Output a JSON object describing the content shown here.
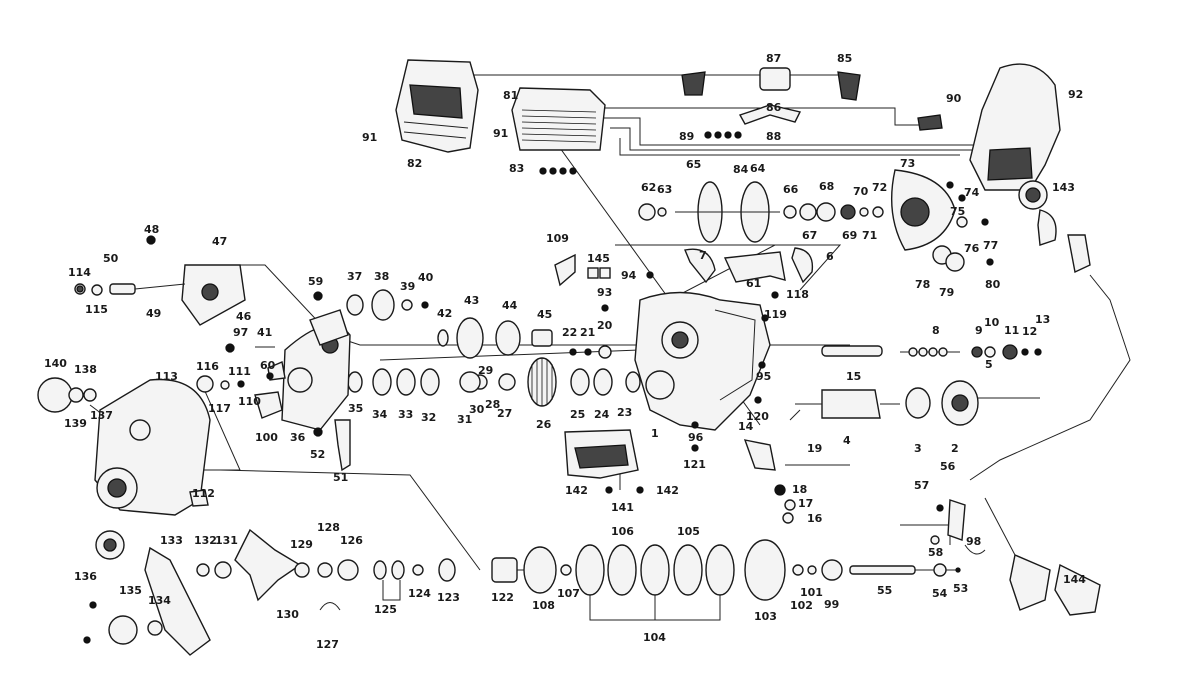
{
  "diagram": {
    "labels": [
      "1",
      "2",
      "3",
      "4",
      "5",
      "6",
      "7",
      "8",
      "9",
      "10",
      "11",
      "12",
      "13",
      "14",
      "15",
      "16",
      "17",
      "18",
      "19",
      "20",
      "21",
      "22",
      "23",
      "24",
      "25",
      "26",
      "27",
      "28",
      "29",
      "30",
      "31",
      "32",
      "33",
      "34",
      "35",
      "36",
      "37",
      "38",
      "39",
      "40",
      "41",
      "42",
      "43",
      "44",
      "45",
      "46",
      "47",
      "48",
      "49",
      "50",
      "51",
      "52",
      "53",
      "54",
      "55",
      "56",
      "57",
      "58",
      "59",
      "60",
      "61",
      "62",
      "63",
      "64",
      "65",
      "66",
      "67",
      "68",
      "69",
      "70",
      "71",
      "72",
      "73",
      "74",
      "75",
      "76",
      "77",
      "78",
      "79",
      "80",
      "81",
      "82",
      "83",
      "84",
      "85",
      "86",
      "87",
      "88",
      "89",
      "90",
      "91",
      "91",
      "92",
      "93",
      "94",
      "95",
      "96",
      "97",
      "98",
      "99",
      "100",
      "101",
      "102",
      "103",
      "104",
      "105",
      "106",
      "107",
      "108",
      "109",
      "110",
      "111",
      "112",
      "113",
      "114",
      "115",
      "116",
      "117",
      "118",
      "119",
      "120",
      "121",
      "122",
      "123",
      "124",
      "125",
      "126",
      "127",
      "128",
      "129",
      "130",
      "131",
      "132",
      "133",
      "134",
      "135",
      "136",
      "137",
      "138",
      "139",
      "140",
      "141",
      "142",
      "142",
      "143",
      "144",
      "145"
    ]
  }
}
